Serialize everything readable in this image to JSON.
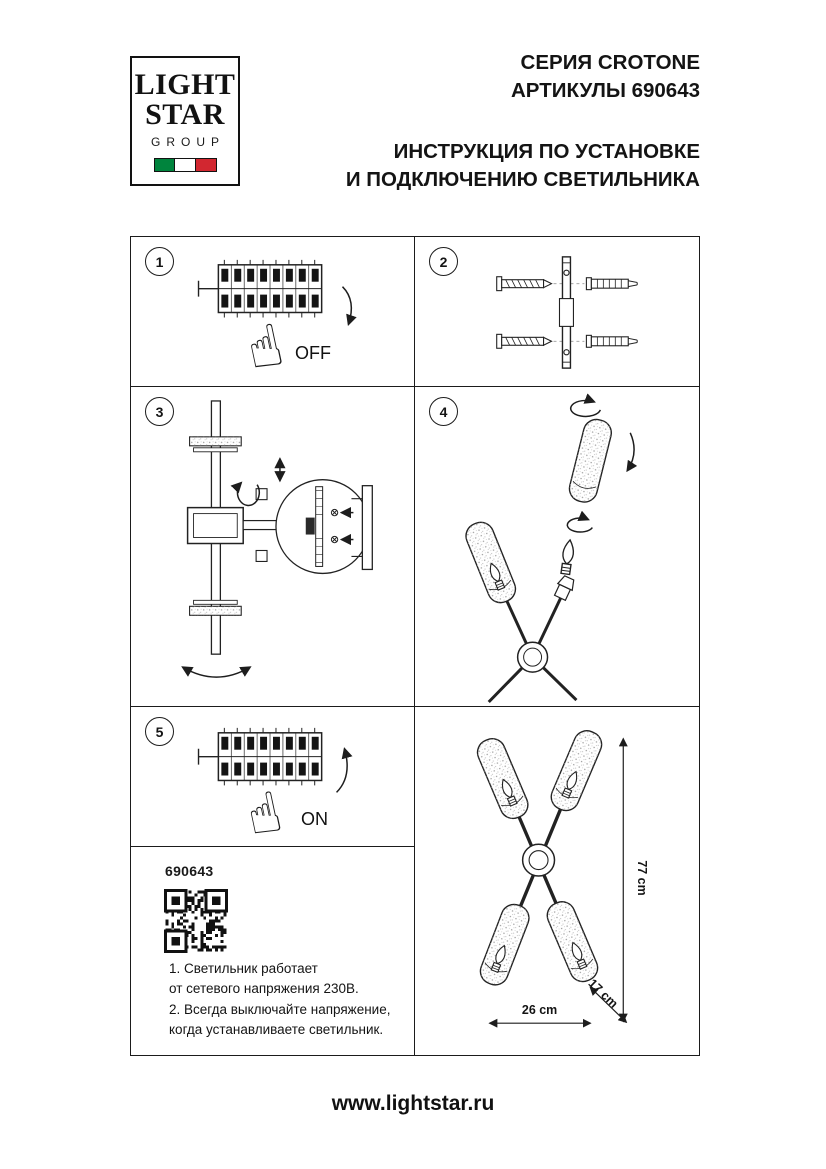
{
  "logo": {
    "word1": "LIGHT",
    "word2": "STAR",
    "word3": "GROUP"
  },
  "header": {
    "series": "СЕРИЯ CROTONE",
    "article_line": "АРТИКУЛЫ 690643",
    "title_line1": "ИНСТРУКЦИЯ ПО УСТАНОВКЕ",
    "title_line2": "И ПОДКЛЮЧЕНИЮ СВЕТИЛЬНИКА"
  },
  "steps": {
    "s1": {
      "number": "1",
      "label": "OFF"
    },
    "s2": {
      "number": "2"
    },
    "s3": {
      "number": "3"
    },
    "s4": {
      "number": "4"
    },
    "s5": {
      "number": "5",
      "label": "ON"
    }
  },
  "info": {
    "article": "690643",
    "notes": "1. Светильник работает\nот сетевого напряжения 230В.\n2. Всегда выключайте напряжение,\nкогда устанавливаете светильник."
  },
  "dimensions": {
    "height": "77 cm",
    "width": "26 cm",
    "depth": "17 cm"
  },
  "icons": {
    "hand": "☝"
  },
  "brand": {
    "flag_green": "#00843d",
    "flag_white": "#ffffff",
    "flag_red": "#d22730"
  },
  "footer": {
    "url": "www.lightstar.ru"
  }
}
